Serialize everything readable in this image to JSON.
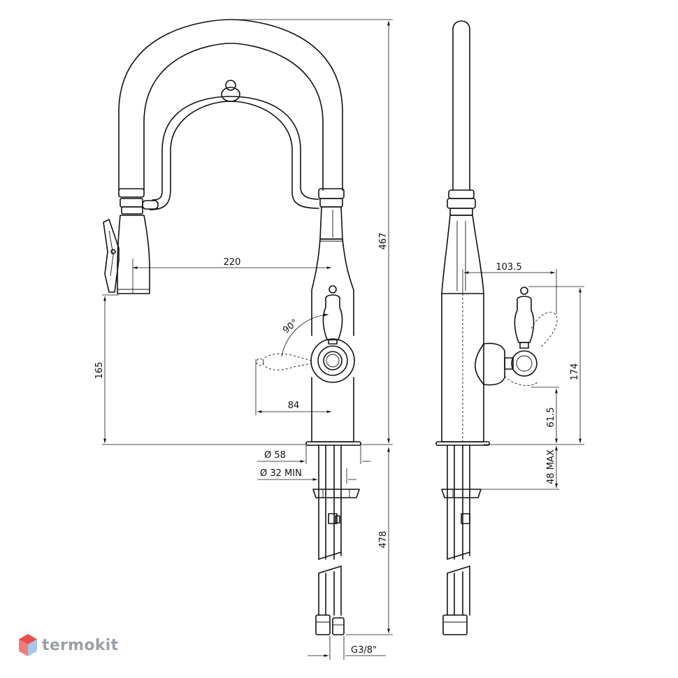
{
  "dimensions": {
    "total_height": "467",
    "hose_length": "478",
    "spout_reach": "220",
    "outlet_height": "165",
    "handle_offset": "84",
    "base_diameter": "Ø 58",
    "hole_diameter": "Ø 32 MIN",
    "side_offset": "103.5",
    "handle_height": "174",
    "handle_center": "61.5",
    "deck_thickness": "48 MAX",
    "thread": "G3/8\"",
    "rotation_angle": "90°"
  },
  "brand": {
    "name": "termokit",
    "logo_color": "#e8504a",
    "logo_color_secondary": "#6aa0e0"
  }
}
